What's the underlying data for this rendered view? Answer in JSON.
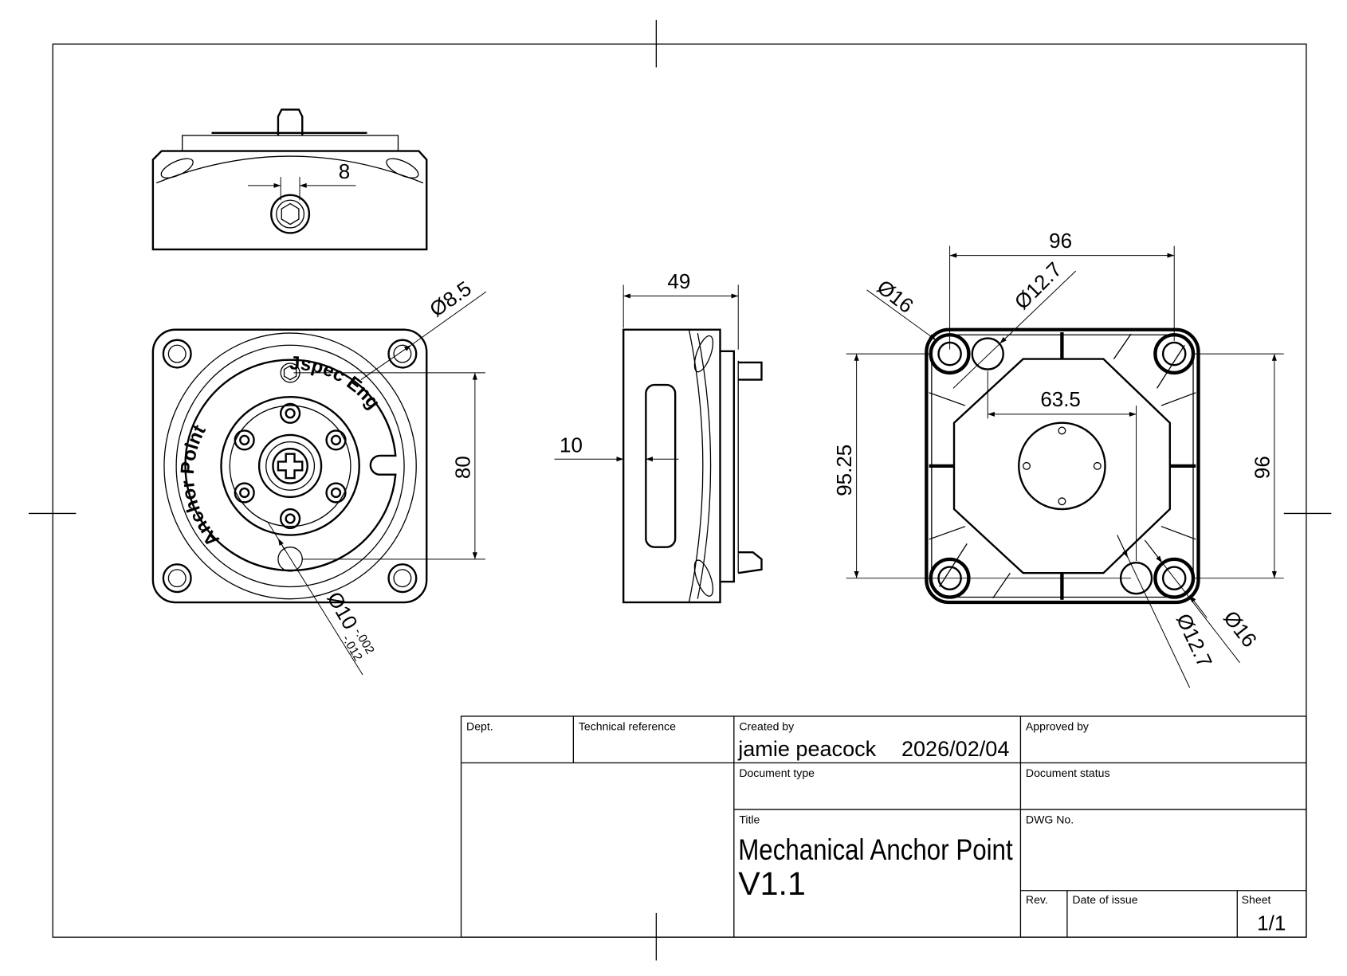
{
  "dimensions": {
    "top_hex": "8",
    "front_hole_dia": "Ø8.5",
    "front_height": "80",
    "front_pin_dia": "Ø10",
    "front_pin_tol_upper": "-.002",
    "front_pin_tol_lower": "-.012",
    "side_width": "49",
    "side_slot": "10",
    "back_width": "96",
    "back_hole_dia_tl": "Ø16",
    "back_pin_dia_tl": "Ø12.7",
    "back_inner": "63.5",
    "back_height_left": "95.25",
    "back_height_right": "96",
    "back_pin_dia_br": "Ø12.7",
    "back_hole_dia_br": "Ø16"
  },
  "engraving": {
    "left": "Anchor Point",
    "right": "Jspec Eng"
  },
  "title_block": {
    "dept_label": "Dept.",
    "tech_ref_label": "Technical reference",
    "created_by_label": "Created by",
    "created_by": "jamie peacock",
    "created_date": "2026/02/04",
    "approved_by_label": "Approved by",
    "doc_type_label": "Document type",
    "doc_status_label": "Document status",
    "title_label": "Title",
    "title_line1": "Mechanical Anchor Point",
    "title_line2": "V1.1",
    "dwg_no_label": "DWG No.",
    "rev_label": "Rev.",
    "date_issue_label": "Date of issue",
    "sheet_label": "Sheet",
    "sheet": "1/1"
  }
}
